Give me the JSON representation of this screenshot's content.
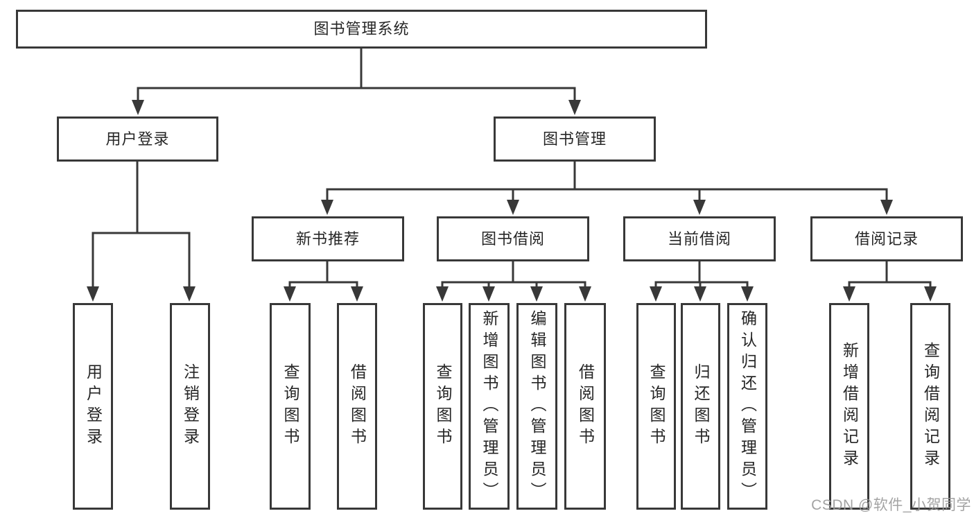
{
  "diagram": {
    "type": "tree",
    "root": {
      "label": "图书管理系统"
    },
    "level2": [
      {
        "id": "user-login",
        "label": "用户登录",
        "children": [
          "用户登录",
          "注销登录"
        ]
      },
      {
        "id": "book-management",
        "label": "图书管理",
        "children_groups": [
          {
            "label": "新书推荐",
            "children": [
              "查询图书",
              "借阅图书"
            ]
          },
          {
            "label": "图书借阅",
            "children": [
              "查询图书",
              "新增图书（管理员）",
              "编辑图书（管理员）",
              "借阅图书"
            ]
          },
          {
            "label": "当前借阅",
            "children": [
              "查询图书",
              "归还图书",
              "确认归还（管理员）"
            ]
          },
          {
            "label": "借阅记录",
            "children": [
              "新增借阅记录",
              "查询借阅记录"
            ]
          }
        ]
      }
    ]
  },
  "nodes": {
    "root": "图书管理系统",
    "user_login": "用户登录",
    "book_mgmt": "图书管理",
    "new_book_rec": "新书推荐",
    "book_borrow": "图书借阅",
    "current_borrow": "当前借阅",
    "borrow_record": "借阅记录",
    "leaf_user_login": "用户登录",
    "leaf_logout": "注销登录",
    "leaf_query_book_a": "查询图书",
    "leaf_borrow_book_a": "借阅图书",
    "leaf_query_book_b": "查询图书",
    "leaf_add_book": "新增图书（管理员）",
    "leaf_edit_book": "编辑图书（管理员）",
    "leaf_borrow_book_b": "借阅图书",
    "leaf_query_book_c": "查询图书",
    "leaf_return_book": "归还图书",
    "leaf_confirm_return": "确认归还（管理员）",
    "leaf_add_borrow_record": "新增借阅记录",
    "leaf_query_borrow_record": "查询借阅记录"
  },
  "watermark": "CSDN @软件_小贺同学",
  "colors": {
    "line": "#383838",
    "box_border": "#383838",
    "text": "#262626",
    "watermark": "#9a9a9a",
    "background": "#ffffff"
  }
}
